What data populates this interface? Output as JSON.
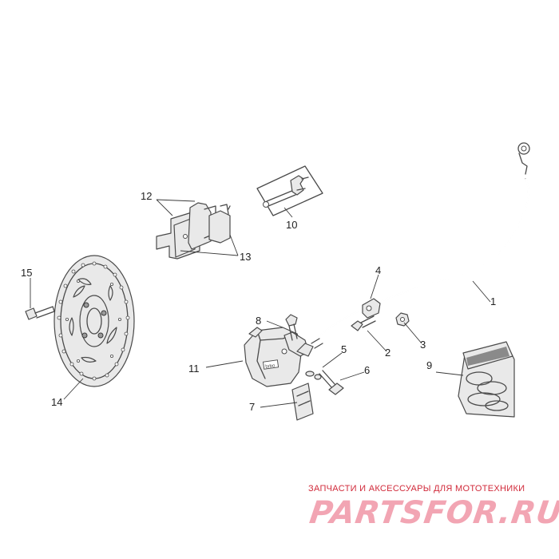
{
  "callouts": [
    {
      "id": "1",
      "label": "1"
    },
    {
      "id": "2",
      "label": "2"
    },
    {
      "id": "3",
      "label": "3"
    },
    {
      "id": "4",
      "label": "4"
    },
    {
      "id": "5",
      "label": "5"
    },
    {
      "id": "6",
      "label": "6"
    },
    {
      "id": "7",
      "label": "7"
    },
    {
      "id": "8",
      "label": "8"
    },
    {
      "id": "9",
      "label": "9"
    },
    {
      "id": "10",
      "label": "10"
    },
    {
      "id": "11",
      "label": "11"
    },
    {
      "id": "12",
      "label": "12"
    },
    {
      "id": "13",
      "label": "13"
    },
    {
      "id": "14",
      "label": "14"
    },
    {
      "id": "15",
      "label": "15"
    }
  ],
  "watermark": {
    "caption": "ЗАПЧАСТИ И АКСЕССУАРЫ ДЛЯ МОТОТЕХНИКИ",
    "logo": "PARTSFOR.RU"
  },
  "colors": {
    "line": "#4a4a4a",
    "watermark_caption": "#d12a3a",
    "watermark_logo": "#f2a5b3"
  }
}
